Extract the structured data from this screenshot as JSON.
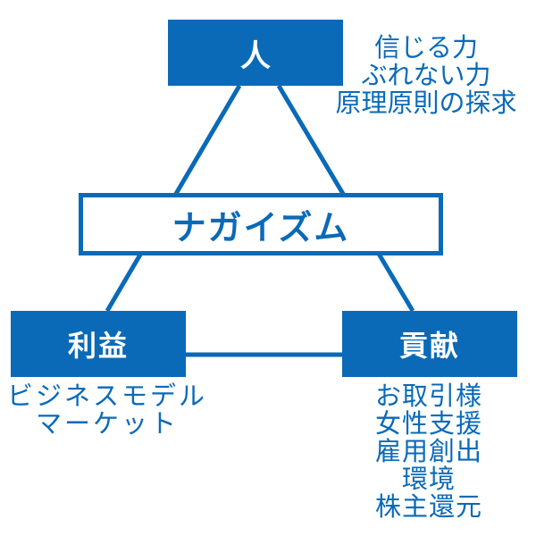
{
  "colors": {
    "primary": "#0a6ab8",
    "text": "#0a6ab8",
    "background": "#ffffff"
  },
  "top_node": {
    "label": "人",
    "notes": [
      "信じる力",
      "ぶれない力",
      "原理原則の探求"
    ]
  },
  "center_node": {
    "label": "ナガイズム"
  },
  "left_node": {
    "label": "利益",
    "notes": [
      "ビジネスモデル",
      "マーケット"
    ]
  },
  "right_node": {
    "label": "貢献",
    "notes": [
      "お取引様",
      "女性支援",
      "雇用創出",
      "環境",
      "株主還元"
    ]
  }
}
